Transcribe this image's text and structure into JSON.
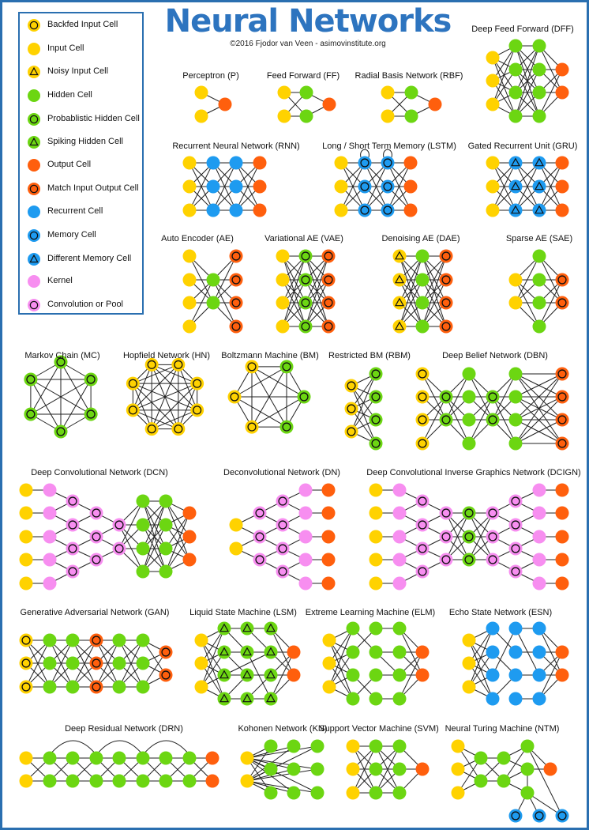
{
  "title": "Neural Networks",
  "credit": "©2016 Fjodor van Veen - asimovinstitute.org",
  "colors": {
    "frame": "#2a6fb0",
    "title": "#2d74bf",
    "input": "#ffd200",
    "hidden": "#6cd612",
    "output": "#ff5f0d",
    "recurrent": "#1e9bf0",
    "kernel": "#f78ef0",
    "edge": "#222222"
  },
  "legend": [
    {
      "label": "Backfed Input Cell",
      "fill": "input",
      "mark": "circle"
    },
    {
      "label": "Input Cell",
      "fill": "input",
      "mark": "none"
    },
    {
      "label": "Noisy Input Cell",
      "fill": "input",
      "mark": "triangle"
    },
    {
      "label": "Hidden Cell",
      "fill": "hidden",
      "mark": "none"
    },
    {
      "label": "Probablistic Hidden Cell",
      "fill": "hidden",
      "mark": "circle"
    },
    {
      "label": "Spiking Hidden Cell",
      "fill": "hidden",
      "mark": "triangle"
    },
    {
      "label": "Output Cell",
      "fill": "output",
      "mark": "none"
    },
    {
      "label": "Match Input Output Cell",
      "fill": "output",
      "mark": "circle"
    },
    {
      "label": "Recurrent Cell",
      "fill": "recurrent",
      "mark": "none"
    },
    {
      "label": "Memory Cell",
      "fill": "recurrent",
      "mark": "circle"
    },
    {
      "label": "Different Memory Cell",
      "fill": "recurrent",
      "mark": "triangle"
    },
    {
      "label": "Kernel",
      "fill": "kernel",
      "mark": "none"
    },
    {
      "label": "Convolution or Pool",
      "fill": "kernel",
      "mark": "circle"
    }
  ],
  "networks": [
    {
      "id": "p",
      "name": "Perceptron (P)"
    },
    {
      "id": "ff",
      "name": "Feed Forward (FF)"
    },
    {
      "id": "rbf",
      "name": "Radial Basis Network (RBF)"
    },
    {
      "id": "dff",
      "name": "Deep Feed Forward (DFF)"
    },
    {
      "id": "rnn",
      "name": "Recurrent Neural Network (RNN)"
    },
    {
      "id": "lstm",
      "name": "Long / Short Term Memory (LSTM)"
    },
    {
      "id": "gru",
      "name": "Gated Recurrent Unit (GRU)"
    },
    {
      "id": "ae",
      "name": "Auto Encoder (AE)"
    },
    {
      "id": "vae",
      "name": "Variational AE (VAE)"
    },
    {
      "id": "dae",
      "name": "Denoising AE (DAE)"
    },
    {
      "id": "sae",
      "name": "Sparse AE (SAE)"
    },
    {
      "id": "mc",
      "name": "Markov Chain (MC)"
    },
    {
      "id": "hn",
      "name": "Hopfield Network (HN)"
    },
    {
      "id": "bm",
      "name": "Boltzmann Machine (BM)"
    },
    {
      "id": "rbm",
      "name": "Restricted BM (RBM)"
    },
    {
      "id": "dbn",
      "name": "Deep Belief Network (DBN)"
    },
    {
      "id": "dcn",
      "name": "Deep Convolutional Network (DCN)"
    },
    {
      "id": "dn",
      "name": "Deconvolutional Network (DN)"
    },
    {
      "id": "dcign",
      "name": "Deep Convolutional Inverse Graphics Network (DCIGN)"
    },
    {
      "id": "gan",
      "name": "Generative Adversarial Network (GAN)"
    },
    {
      "id": "lsm",
      "name": "Liquid State Machine (LSM)"
    },
    {
      "id": "elm",
      "name": "Extreme Learning Machine (ELM)"
    },
    {
      "id": "esn",
      "name": "Echo State Network (ESN)"
    },
    {
      "id": "drn",
      "name": "Deep Residual Network (DRN)"
    },
    {
      "id": "kn",
      "name": "Kohonen Network (KN)"
    },
    {
      "id": "svm",
      "name": "Support Vector Machine (SVM)"
    },
    {
      "id": "ntm",
      "name": "Neural Turing Machine (NTM)"
    }
  ]
}
